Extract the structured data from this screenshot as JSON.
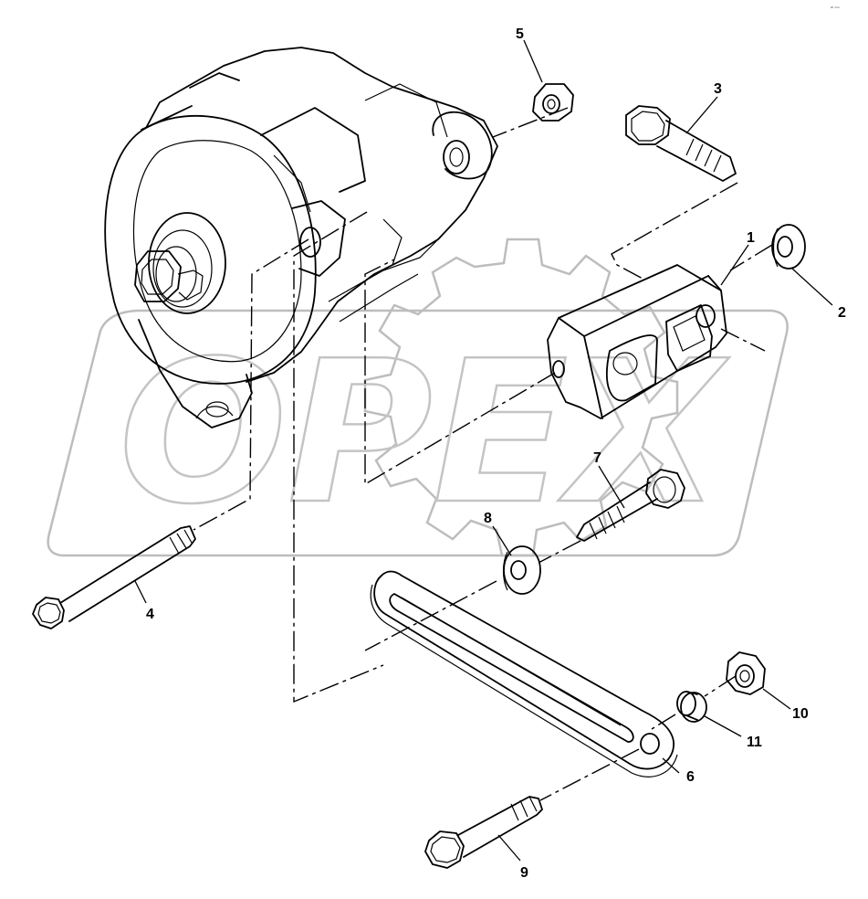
{
  "watermark": {
    "text": "OPEX"
  },
  "corner_code": "ᵃʳ ⁿⁿⁿ",
  "callouts": [
    {
      "label": "1"
    },
    {
      "label": "2"
    },
    {
      "label": "3"
    },
    {
      "label": "4"
    },
    {
      "label": "5"
    },
    {
      "label": "6"
    },
    {
      "label": "7"
    },
    {
      "label": "8"
    },
    {
      "label": "9"
    },
    {
      "label": "10"
    },
    {
      "label": "11"
    }
  ]
}
